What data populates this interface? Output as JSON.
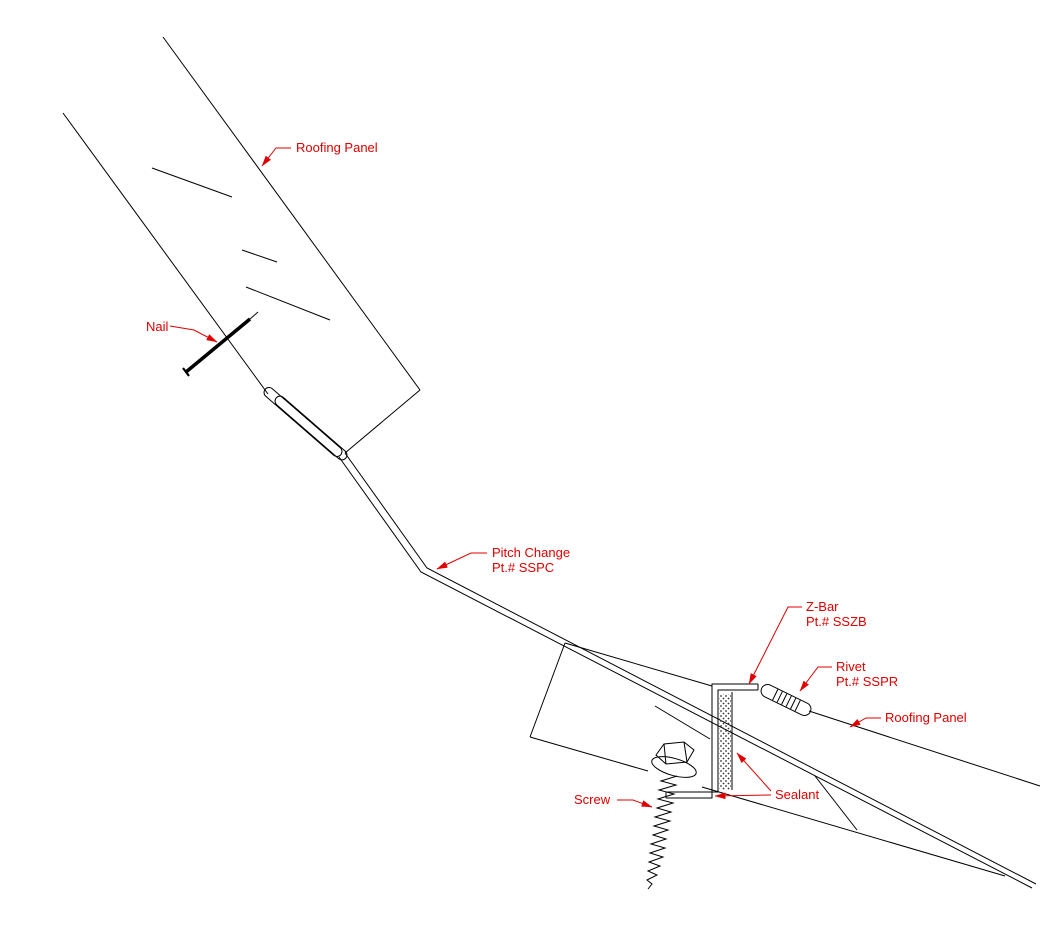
{
  "colors": {
    "background": "#ffffff",
    "line_color": "#000000",
    "annotation_color": "#e00000"
  },
  "annotations": {
    "roofing_panel_upper": {
      "label": "Roofing Panel"
    },
    "nail": {
      "label": "Nail"
    },
    "pitch_change": {
      "label": "Pitch Change",
      "part_ref": "Pt.# SSPC"
    },
    "z_bar": {
      "label": "Z-Bar",
      "part_ref": "Pt.# SSZB"
    },
    "rivet": {
      "label": "Rivet",
      "part_ref": "Pt.# SSPR"
    },
    "roofing_panel_lower": {
      "label": "Roofing Panel"
    },
    "sealant": {
      "label": "Sealant"
    },
    "screw": {
      "label": "Screw"
    }
  }
}
